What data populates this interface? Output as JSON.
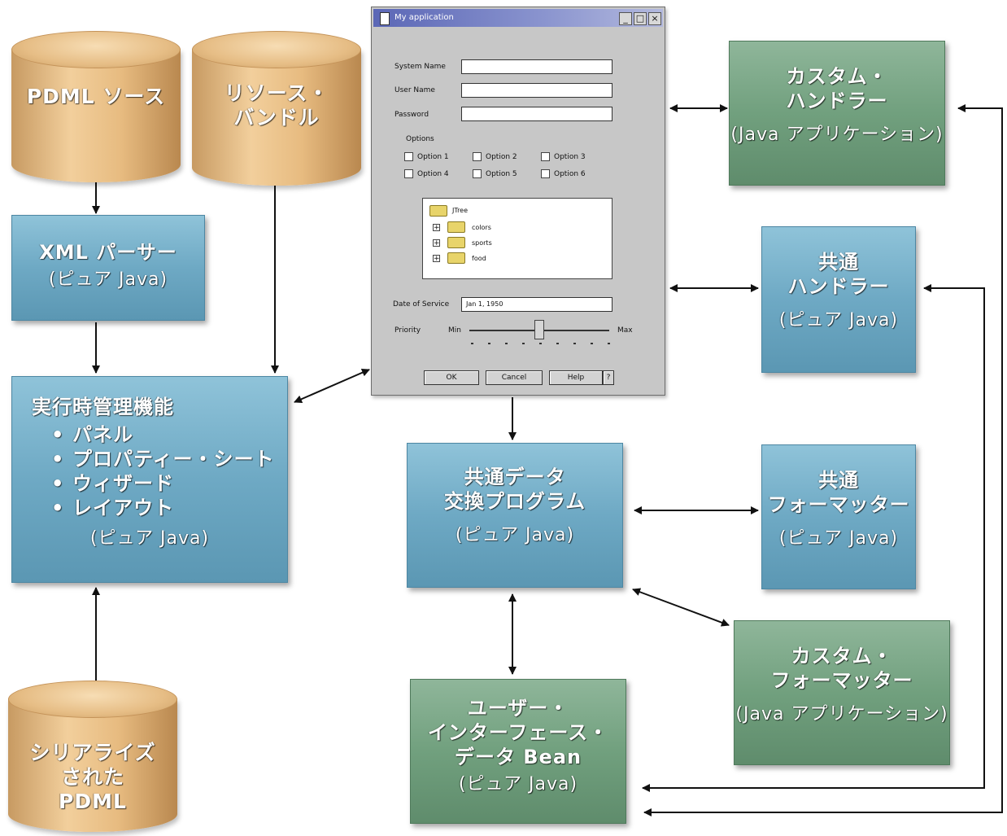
{
  "databases": {
    "pdml_source": "PDML ソース",
    "resource_bundle": [
      "リソース・",
      "バンドル"
    ],
    "serialized_pdml": [
      "シリアライズ",
      "された",
      "PDML"
    ]
  },
  "boxes": {
    "xml_parser": {
      "title": "XML パーサー",
      "sub": "(ピュア Java)"
    },
    "runtime": {
      "title": "実行時管理機能",
      "items": [
        "パネル",
        "プロパティー・シート",
        "ウィザード",
        "レイアウト"
      ],
      "sub": "(ピュア Java)"
    },
    "custom_handler": {
      "title": [
        "カスタム・",
        "ハンドラー"
      ],
      "sub": "(Java アプリケーション)"
    },
    "common_handler": {
      "title": [
        "共通",
        "ハンドラー"
      ],
      "sub": "(ピュア Java)"
    },
    "common_data_exchanger": {
      "title": [
        "共通データ",
        "交換プログラム"
      ],
      "sub": "(ピュア Java)"
    },
    "common_formatter": {
      "title": [
        "共通",
        "フォーマッター"
      ],
      "sub": "(ピュア Java)"
    },
    "custom_formatter": {
      "title": [
        "カスタム・",
        "フォーマッター"
      ],
      "sub": "(Java アプリケーション)"
    },
    "ui_data_bean": {
      "title": [
        "ユーザー・",
        "インターフェース・",
        "データ Bean"
      ],
      "sub": "(ピュア Java)"
    }
  },
  "app_window": {
    "title": "My application",
    "fields": [
      {
        "label": "System Name",
        "value": ""
      },
      {
        "label": "User Name",
        "value": ""
      },
      {
        "label": "Password",
        "value": ""
      }
    ],
    "options_label": "Options",
    "options": [
      "Option 1",
      "Option 2",
      "Option 3",
      "Option 4",
      "Option 5",
      "Option 6"
    ],
    "tree": {
      "root": "JTree",
      "children": [
        "colors",
        "sports",
        "food"
      ]
    },
    "date_label": "Date of Service",
    "date_value": "Jan 1, 1950",
    "priority_label": "Priority",
    "priority_min": "Min",
    "priority_max": "Max",
    "priority_value": 0.5,
    "buttons": {
      "ok": "OK",
      "cancel": "Cancel",
      "help": "Help",
      "question": "?"
    }
  }
}
